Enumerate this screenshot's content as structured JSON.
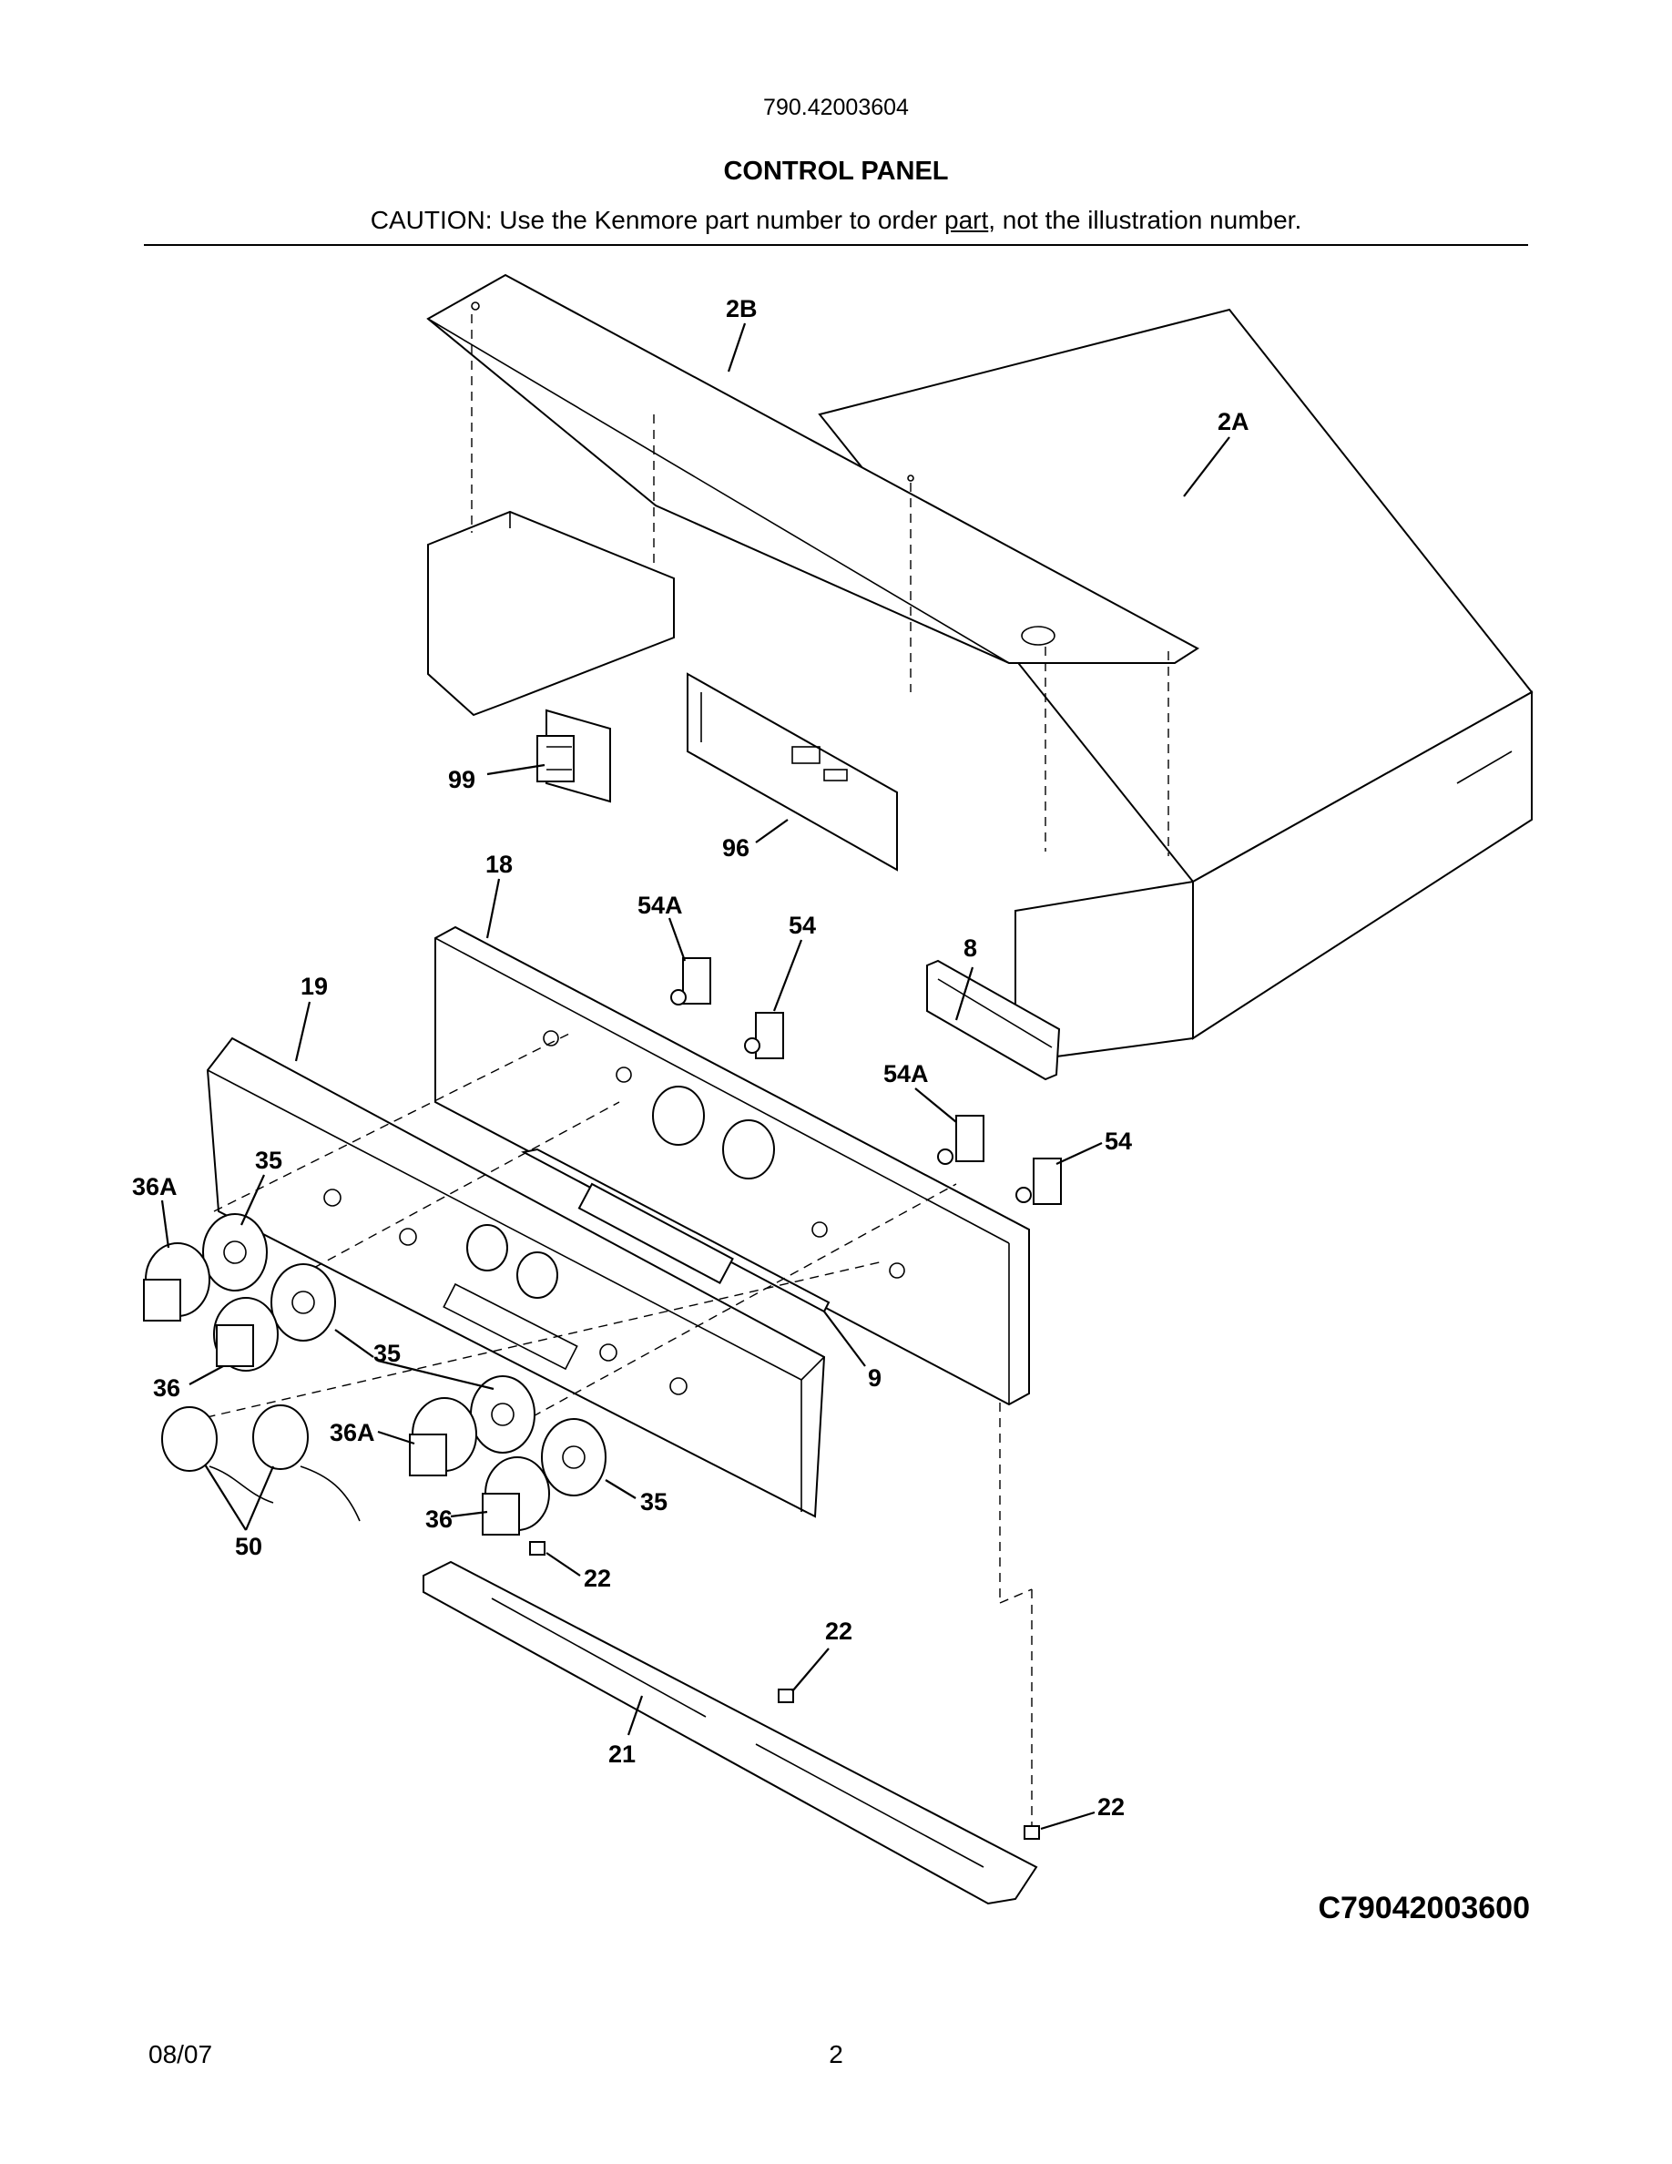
{
  "header": {
    "model_number": "790.42003604",
    "title": "CONTROL PANEL",
    "caution_prefix": "CAUTION: Use the Kenmore part number to order ",
    "caution_underlined": "part",
    "caution_suffix": ", not the illustration number."
  },
  "callouts": [
    {
      "id": "2B",
      "label": "2B"
    },
    {
      "id": "2A",
      "label": "2A"
    },
    {
      "id": "99",
      "label": "99"
    },
    {
      "id": "96",
      "label": "96"
    },
    {
      "id": "18",
      "label": "18"
    },
    {
      "id": "54A-top",
      "label": "54A"
    },
    {
      "id": "54-top",
      "label": "54"
    },
    {
      "id": "8",
      "label": "8"
    },
    {
      "id": "19",
      "label": "19"
    },
    {
      "id": "54A-mid",
      "label": "54A"
    },
    {
      "id": "54-mid",
      "label": "54"
    },
    {
      "id": "36A-left",
      "label": "36A"
    },
    {
      "id": "35-a",
      "label": "35"
    },
    {
      "id": "35-b",
      "label": "35"
    },
    {
      "id": "36-left",
      "label": "36"
    },
    {
      "id": "9",
      "label": "9"
    },
    {
      "id": "36A-mid",
      "label": "36A"
    },
    {
      "id": "35-c",
      "label": "35"
    },
    {
      "id": "36-mid",
      "label": "36"
    },
    {
      "id": "50",
      "label": "50"
    },
    {
      "id": "22-a",
      "label": "22"
    },
    {
      "id": "22-b",
      "label": "22"
    },
    {
      "id": "21",
      "label": "21"
    },
    {
      "id": "22-c",
      "label": "22"
    }
  ],
  "diagram_code": "C79042003600",
  "footer": {
    "date": "08/07",
    "page": "2"
  }
}
